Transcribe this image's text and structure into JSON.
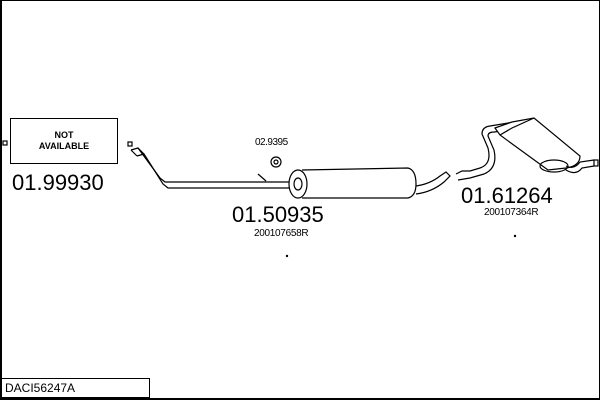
{
  "diagram_code": "DACI56247A",
  "parts": [
    {
      "number": "01.99930",
      "status_line1": "NOT",
      "status_line2": "AVAILABLE"
    },
    {
      "number": "01.50935",
      "oe_ref": "200107658R"
    },
    {
      "number": "02.9395"
    },
    {
      "number": "01.61264",
      "oe_ref": "200107364R"
    }
  ]
}
